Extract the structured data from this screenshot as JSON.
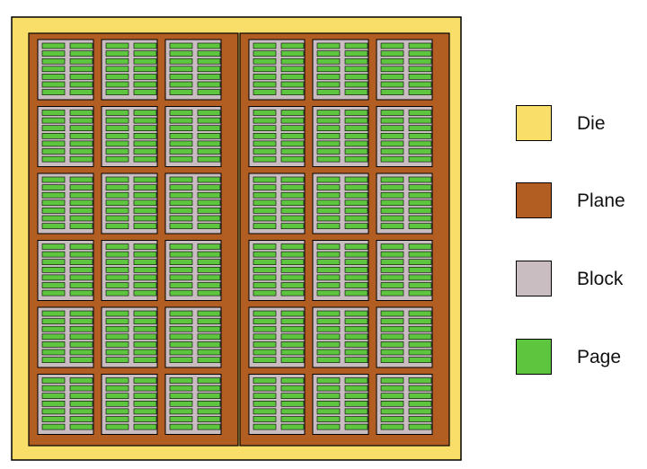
{
  "structure": {
    "planes": 2,
    "block_rows_per_plane": 6,
    "block_cols_per_plane": 3,
    "page_rows_per_block": 7,
    "page_cols_per_block": 2
  },
  "colors": {
    "die": "#F9DE6A",
    "plane": "#B25E22",
    "block": "#CABDC2",
    "page": "#5DC63E",
    "outline": "#000000"
  },
  "legend": [
    {
      "label": "Die",
      "color": "#F9DE6A"
    },
    {
      "label": "Plane",
      "color": "#B25E22"
    },
    {
      "label": "Block",
      "color": "#CABDC2"
    },
    {
      "label": "Page",
      "color": "#5DC63E"
    }
  ]
}
